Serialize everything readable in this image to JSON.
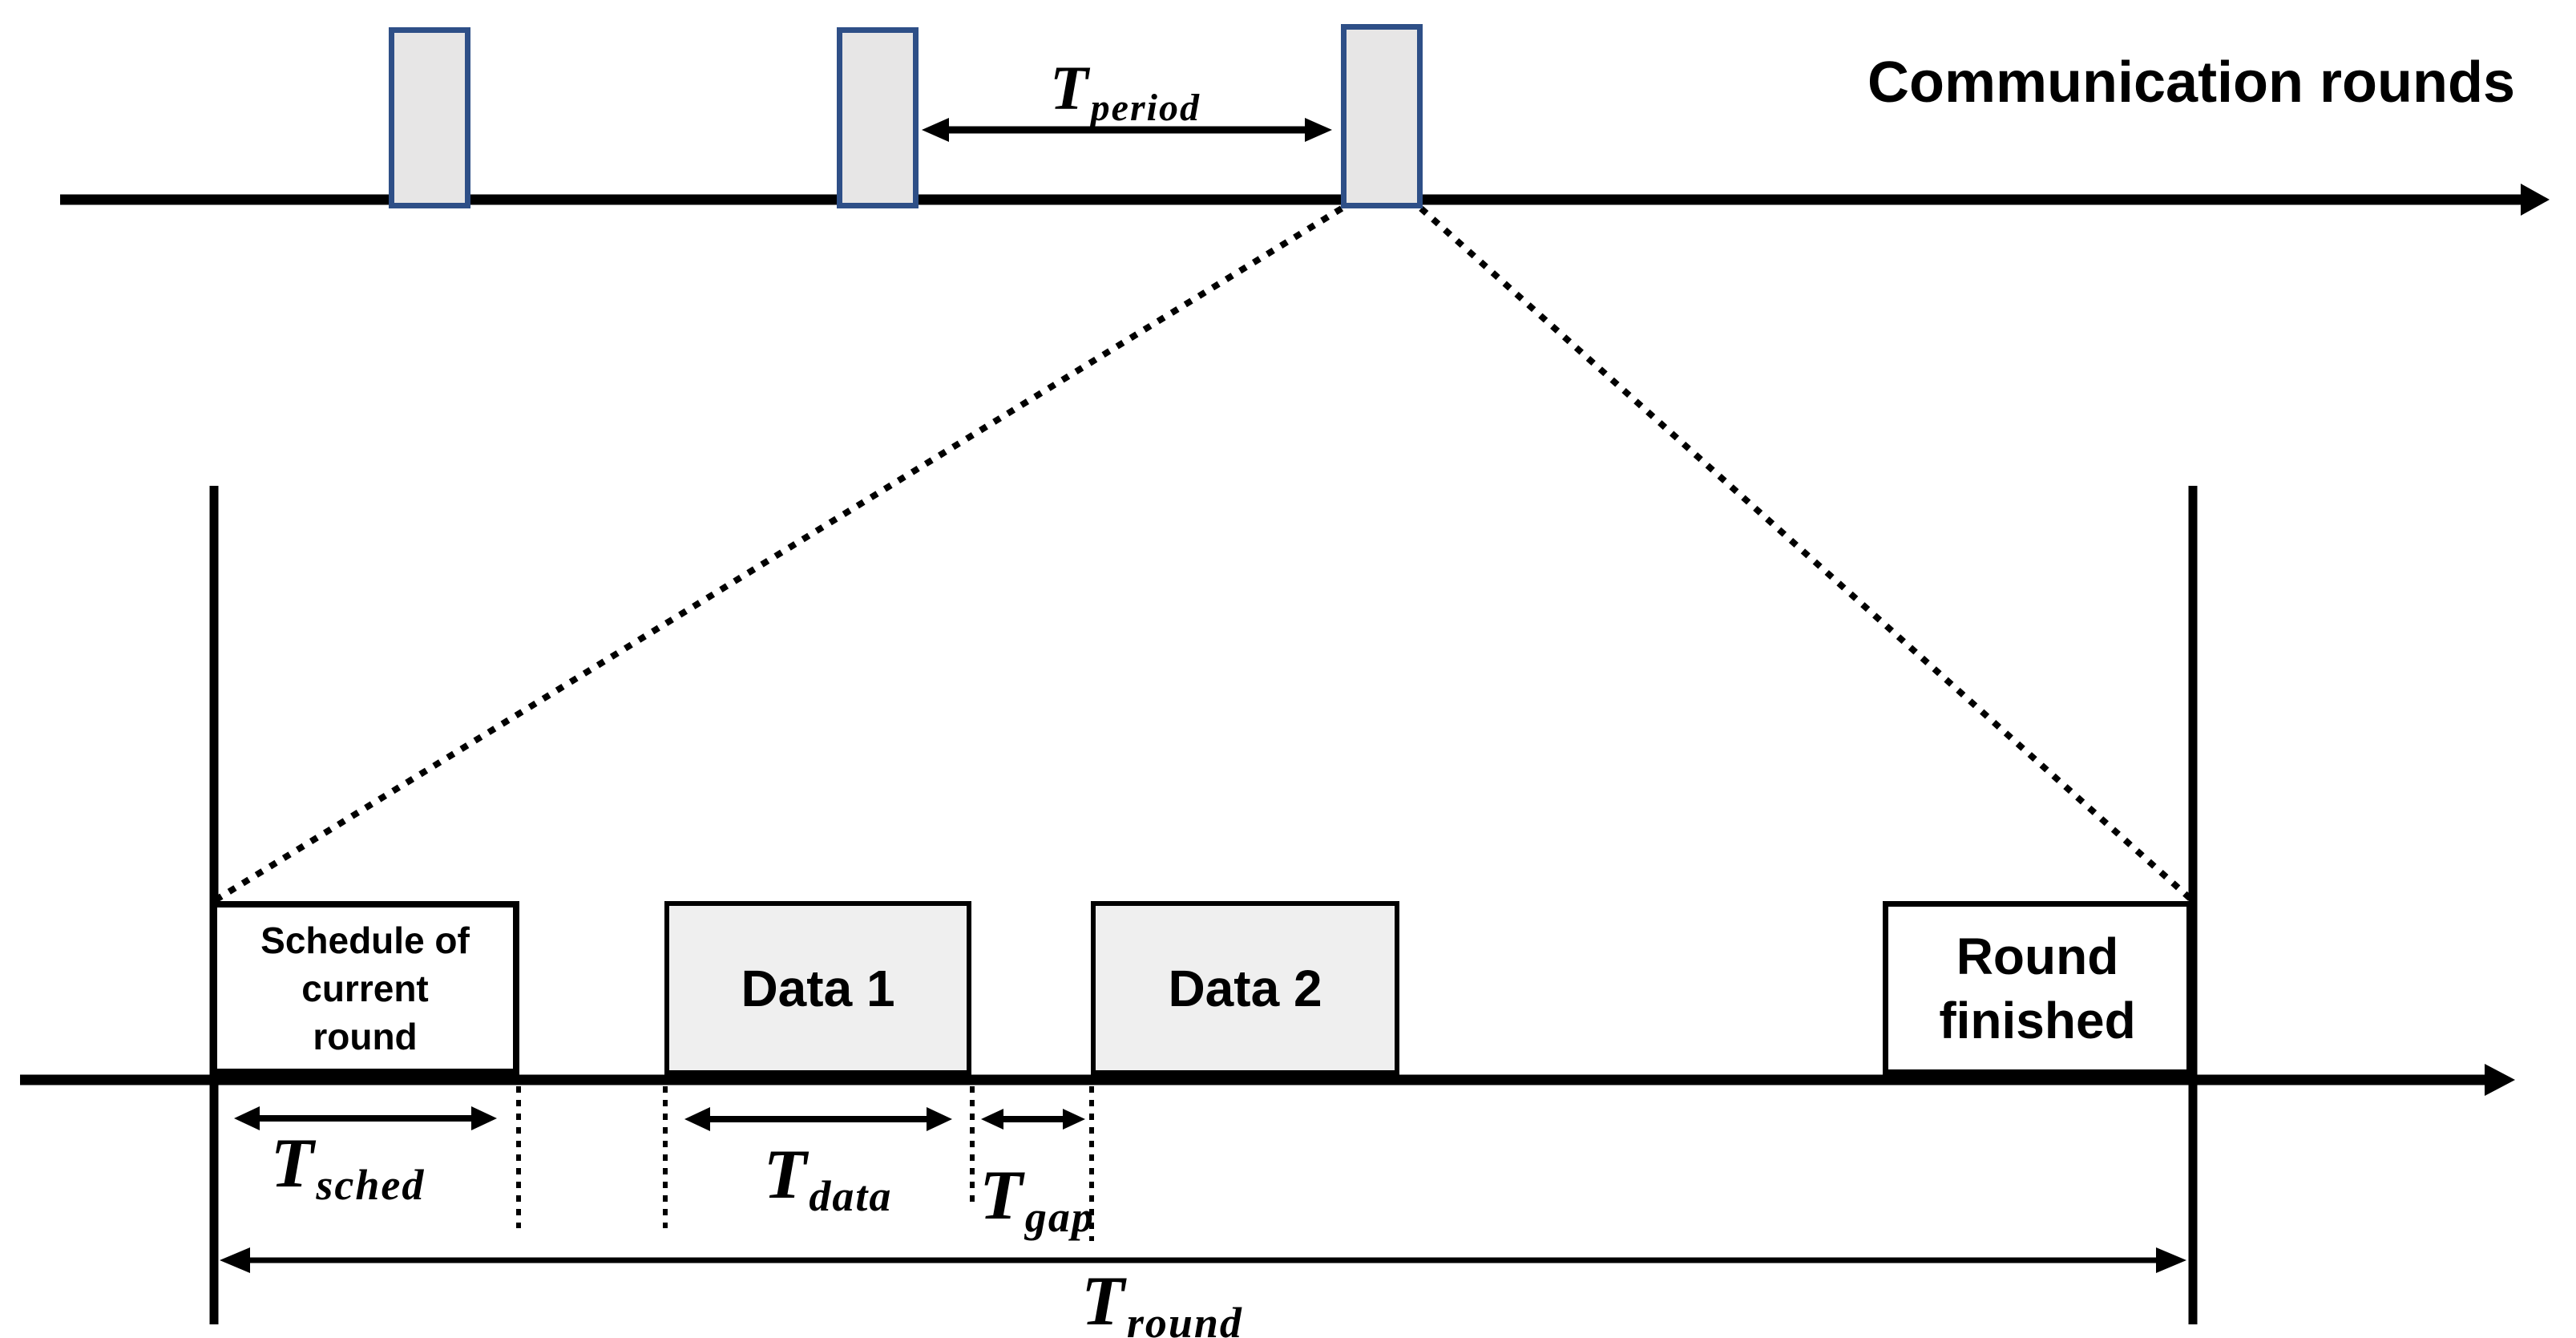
{
  "diagram": {
    "kind": "federated-communication-round-timing-diagram",
    "pulse_count": 3
  },
  "labels": {
    "communication_rounds": "Communication rounds",
    "t_period": {
      "t": "T",
      "sub": "period"
    },
    "t_sched": {
      "t": "T",
      "sub": "sched"
    },
    "t_data": {
      "t": "T",
      "sub": "data"
    },
    "t_gap": {
      "t": "T",
      "sub": "gap"
    },
    "t_round": {
      "t": "T",
      "sub": "round"
    },
    "schedule_box": {
      "line1": "Schedule of",
      "line2": "current",
      "line3": "round"
    },
    "data1_box": "Data 1",
    "data2_box": "Data 2",
    "round_finished_box": {
      "line1": "Round",
      "line2": "finished"
    }
  },
  "colors": {
    "line": "#000000",
    "pulse_border": "#2e4f87",
    "pulse_fill": "#e7e6e6",
    "data_box_fill": "#efefef",
    "white_box_fill": "#ffffff",
    "background": "#ffffff"
  }
}
